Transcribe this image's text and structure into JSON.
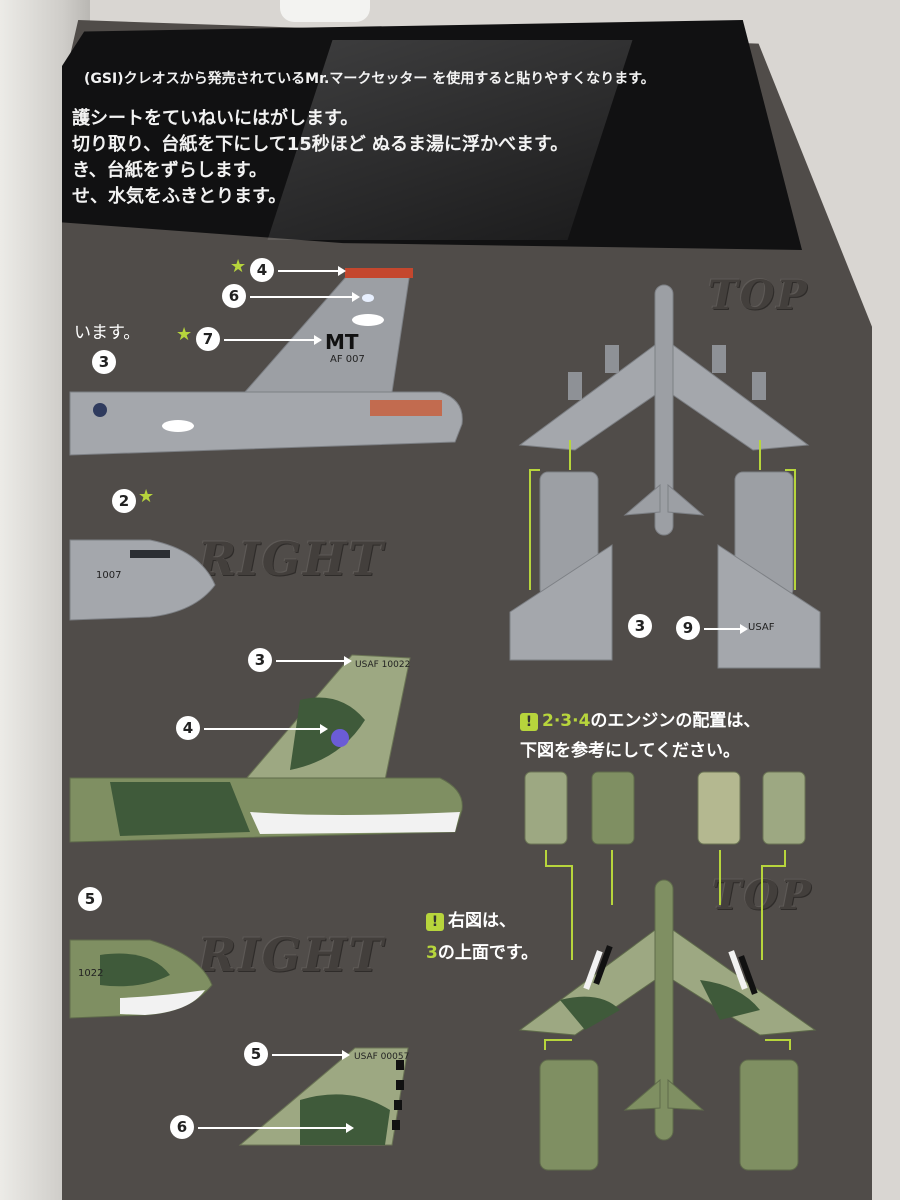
{
  "banner": {
    "line1": "(GSI)クレオスから発売されているMr.マークセッター を使用すると貼りやすくなります。",
    "line2": "護シートをていねいにはがします。",
    "line3": "切り取り、台紙を下にして15秒ほど ぬるま湯に浮かべます。",
    "line4": "き、台紙をずらします。",
    "line5": "せ、水気をふきとります。"
  },
  "left_caption": "います。",
  "labels": {
    "top1": "TOP",
    "top2": "TOP",
    "right1": "RIGHT",
    "right2": "RIGHT"
  },
  "markings": {
    "mt": "MT",
    "tail_num1": "AF 007",
    "nose_num1": "1007",
    "tail_num2": "USAF 10022",
    "nose_num2": "1022",
    "tail_num3": "USAF 00057",
    "usaf": "USAF"
  },
  "callouts": {
    "n2": "2",
    "n3a": "3",
    "n3b": "3",
    "n3c": "3",
    "n4a": "4",
    "n4b": "4",
    "n5a": "5",
    "n5b": "5",
    "n6a": "6",
    "n6b": "6",
    "n7": "7",
    "n9": "9"
  },
  "notes": {
    "engine_warn_a": "2·3·4",
    "engine_warn_b": "のエンジンの配置は、",
    "engine_warn_c": "下図を参考にしてください。",
    "right_fig_a": "右図は、",
    "right_fig_b": "3",
    "right_fig_c": "の上面です。"
  },
  "colors": {
    "accent_green": "#b7d53c",
    "panel": "#504c49",
    "aircraft_gray": "#9c9fa4",
    "camo_dark": "#3f5a3a",
    "camo_light": "#9da882"
  }
}
